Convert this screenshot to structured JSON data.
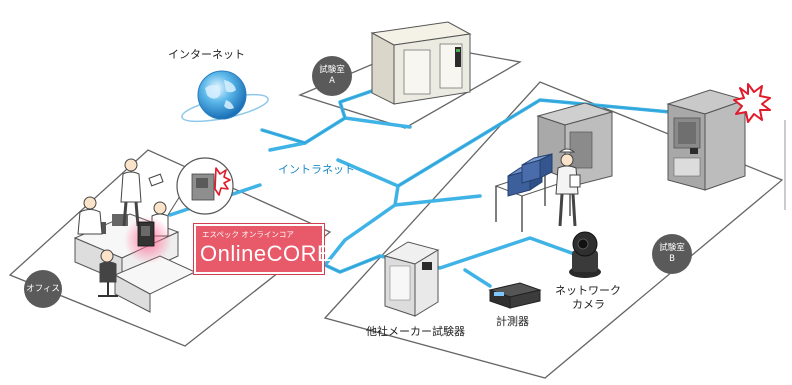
{
  "labels": {
    "internet": "インターネット",
    "intranet": "イントラネット",
    "office": "オフィス",
    "lab_a": [
      "試験室",
      "A"
    ],
    "lab_b": [
      "試験室",
      "B"
    ],
    "other_tester": "他社メーカー試験器",
    "instrument": "計測器",
    "camera": [
      "ネットワーク",
      "カメラ"
    ]
  },
  "product": {
    "sub": "エスペック オンラインコア",
    "name": "OnlineCORE"
  },
  "colors": {
    "network": "#3fb3e6",
    "floor_stroke": "#666666",
    "badge": "#e85a6a",
    "label_circle": "#5a5a5a"
  }
}
